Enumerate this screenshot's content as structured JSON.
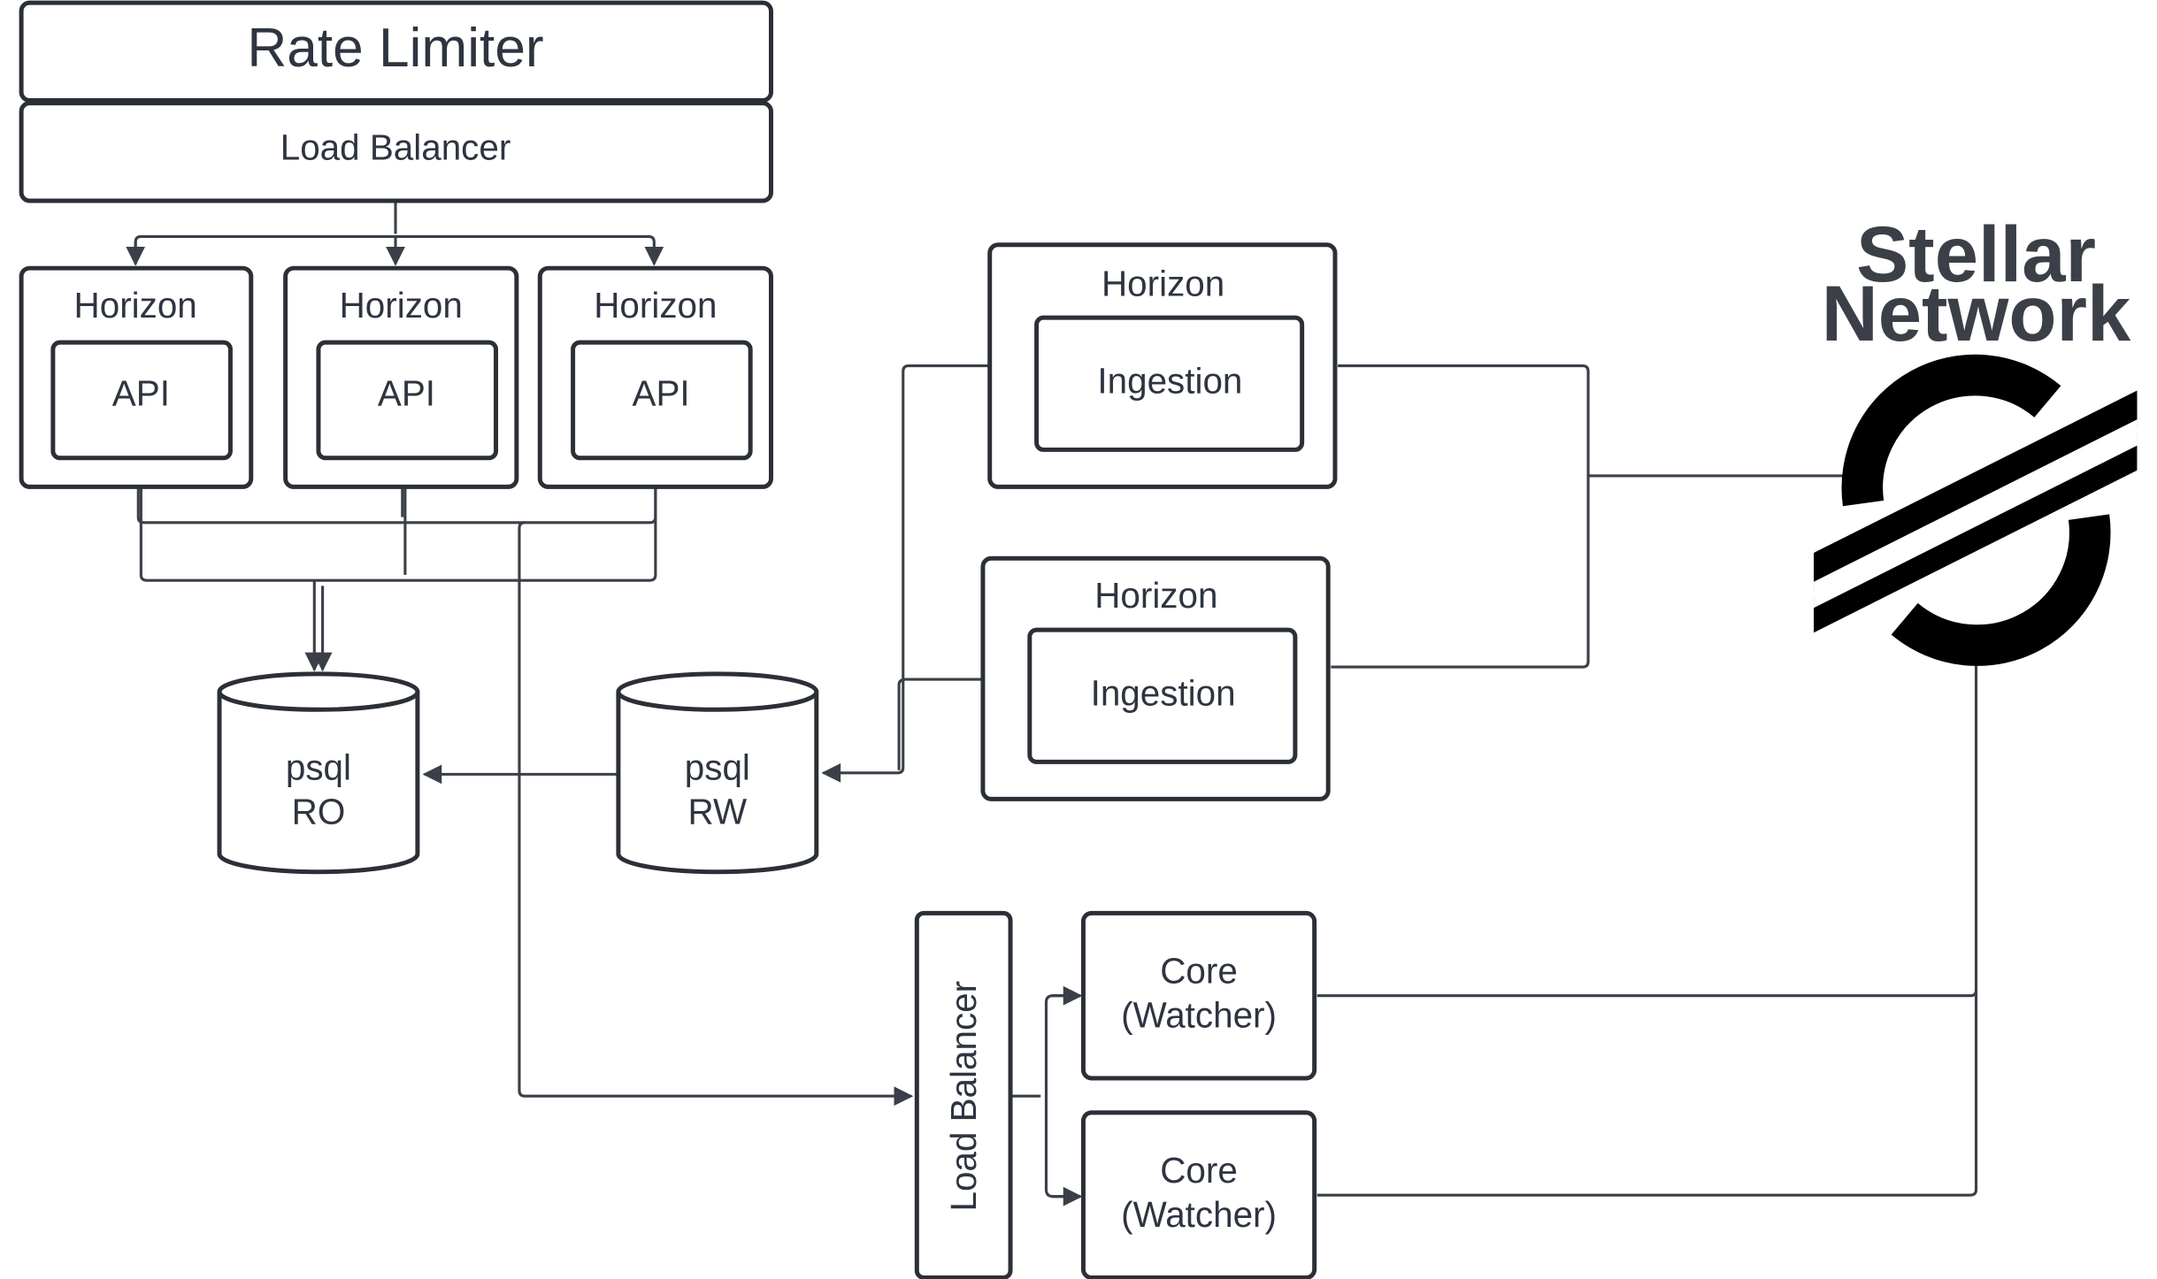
{
  "diagram": {
    "rate_limiter": "Rate Limiter",
    "top_load_balancer": "Load Balancer",
    "api_nodes": [
      {
        "title": "Horizon",
        "inner": "API"
      },
      {
        "title": "Horizon",
        "inner": "API"
      },
      {
        "title": "Horizon",
        "inner": "API"
      }
    ],
    "ingestion_nodes": [
      {
        "title": "Horizon",
        "inner": "Ingestion"
      },
      {
        "title": "Horizon",
        "inner": "Ingestion"
      }
    ],
    "psql_ro": {
      "line1": "psql",
      "line2": "RO"
    },
    "psql_rw": {
      "line1": "psql",
      "line2": "RW"
    },
    "core_load_balancer": "Load Balancer",
    "core_nodes": [
      {
        "line1": "Core",
        "line2": "(Watcher)"
      },
      {
        "line1": "Core",
        "line2": "(Watcher)"
      }
    ],
    "network": {
      "line1": "Stellar",
      "line2": "Network",
      "logo": "stellar-logo-icon"
    },
    "colors": {
      "stroke": "#2b2f36",
      "text": "#2e3440",
      "background": "#ffffff"
    }
  }
}
